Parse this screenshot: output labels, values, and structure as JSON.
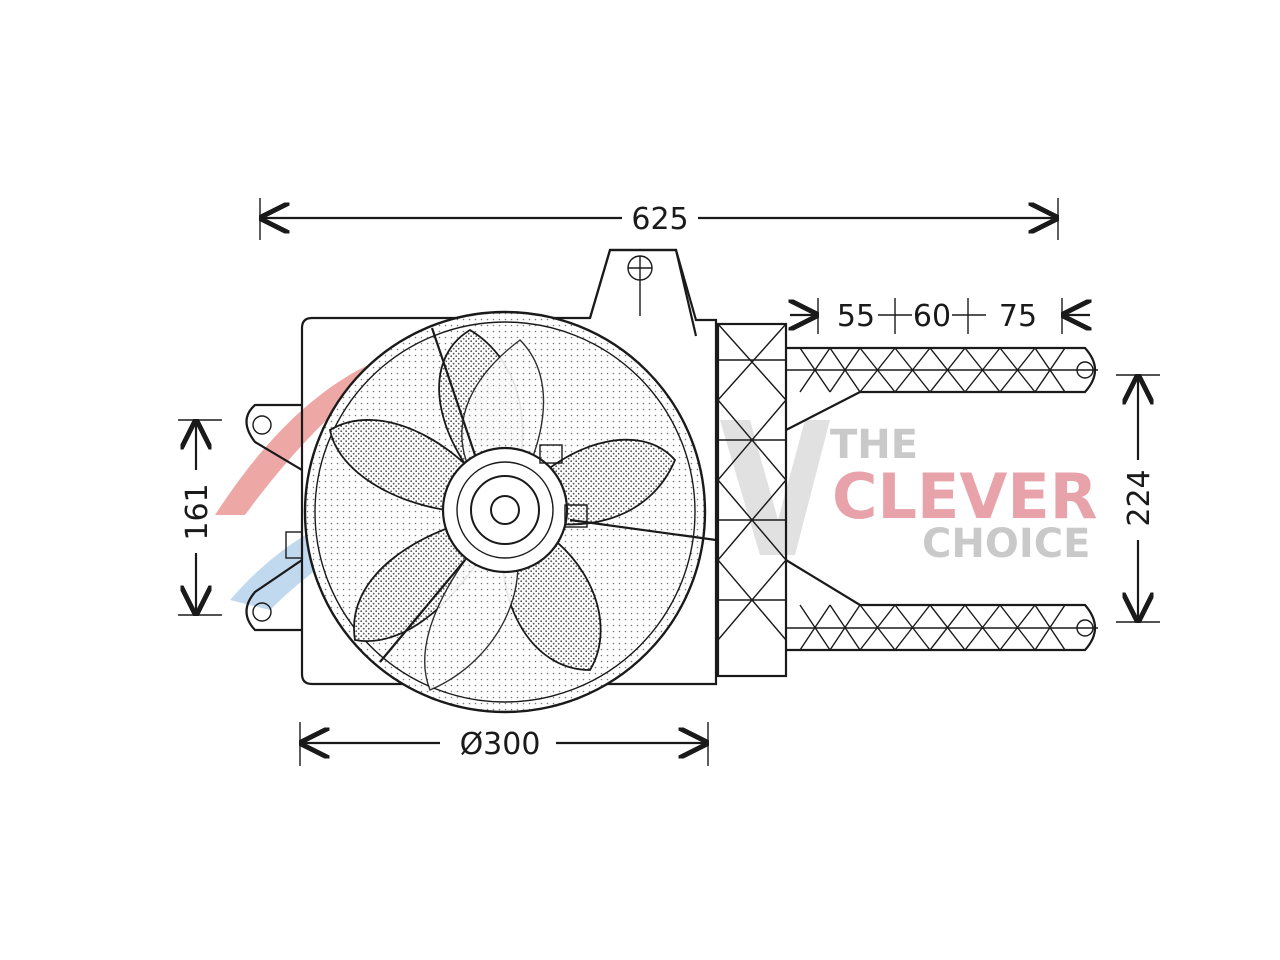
{
  "dimensions": {
    "overall_width": "625",
    "segment_1": "55",
    "segment_2": "60",
    "segment_3": "75",
    "left_height": "161",
    "right_height": "224",
    "fan_diameter": "Ø300"
  },
  "watermark": {
    "line1": "THE",
    "line2": "CLEVER",
    "line3": "CHOICE"
  },
  "colors": {
    "line": "#1a1a1a",
    "watermark_grey": "#c9c9c9",
    "watermark_red": "#e7a3a9",
    "swoosh_red": "#d9443f",
    "swoosh_blue": "#6ea6d8"
  }
}
